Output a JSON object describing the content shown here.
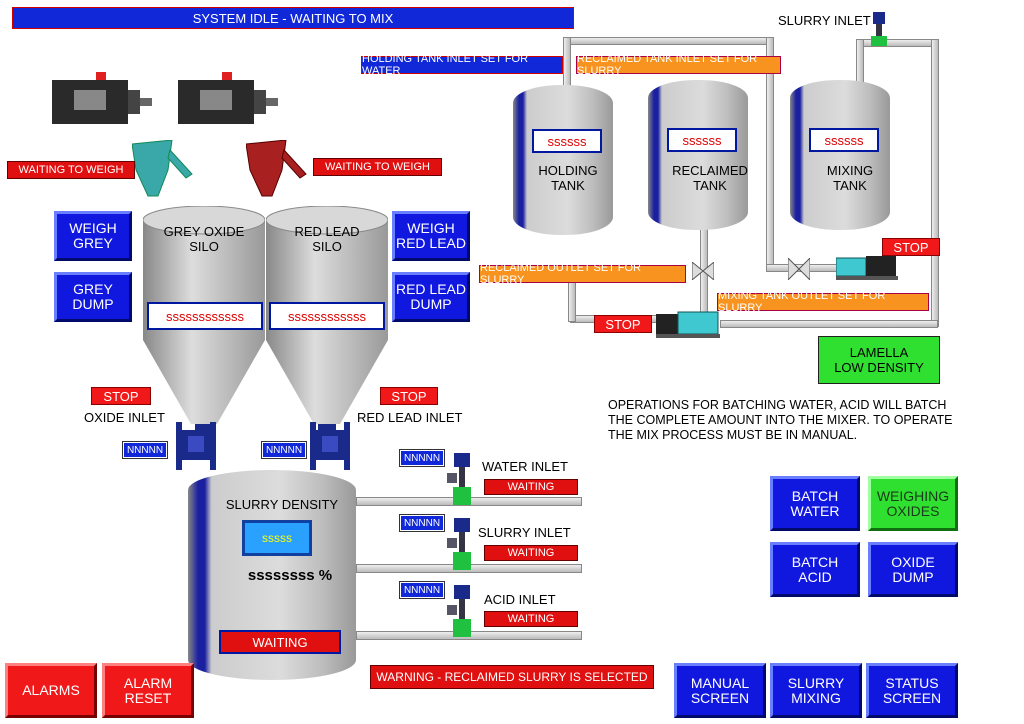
{
  "status_banner": "SYSTEM IDLE - WAITING TO MIX",
  "tank_labels": {
    "holding_inlet": "HOLDING TANK INLET SET FOR WATER",
    "reclaimed_inlet": "RECLAIMED TANK INLET SET FOR SLURRY",
    "reclaimed_outlet": "RECLAIMED OUTLET SET FOR SLURRY",
    "mixing_outlet": "MIXING TANK OUTLET SET FOR SLURRY"
  },
  "slurry_inlet_top": "SLURRY INLET",
  "tanks": {
    "holding": {
      "name": "HOLDING\nTANK",
      "value": "ssssss"
    },
    "reclaimed": {
      "name": "RECLAIMED\nTANK",
      "value": "ssssss"
    },
    "mixing": {
      "name": "MIXING\nTANK",
      "value": "ssssss"
    }
  },
  "silos": {
    "grey": {
      "name": "GREY OXIDE\nSILO",
      "value": "ssssssssssss",
      "status": "WAITING TO WEIGH",
      "inlet": "OXIDE INLET",
      "nn": "NNNNN",
      "stop": "STOP"
    },
    "red": {
      "name": "RED LEAD\nSILO",
      "value": "ssssssssssss",
      "status": "WAITING TO WEIGH",
      "inlet": "RED LEAD INLET",
      "nn": "NNNNN",
      "stop": "STOP"
    }
  },
  "buttons": {
    "weigh_grey": "WEIGH\nGREY",
    "grey_dump": "GREY\nDUMP",
    "weigh_red": "WEIGH\nRED LEAD",
    "red_dump": "RED LEAD\nDUMP",
    "batch_water": "BATCH\nWATER",
    "weighing_oxides": "WEIGHING\nOXIDES",
    "batch_acid": "BATCH\nACID",
    "oxide_dump": "OXIDE\nDUMP",
    "manual_screen": "MANUAL\nSCREEN",
    "slurry_mixing": "SLURRY\nMIXING",
    "status_screen": "STATUS\nSCREEN",
    "alarms": "ALARMS",
    "alarm_reset": "ALARM\nRESET"
  },
  "pumps": {
    "mixing_stop": "STOP",
    "reclaimed_stop": "STOP"
  },
  "lamella": "LAMELLA\nLOW DENSITY",
  "operations_note": "OPERATIONS FOR BATCHING WATER, ACID WILL BATCH\nTHE COMPLETE AMOUNT INTO THE MIXER. TO OPERATE\nTHE MIX PROCESS MUST BE IN MANUAL.",
  "mixer": {
    "title": "SLURRY DENSITY",
    "display": "sssss",
    "percent": "ssssssss %",
    "status": "WAITING"
  },
  "inlets": [
    {
      "name": "WATER INLET",
      "status": "WAITING",
      "nn": "NNNNN"
    },
    {
      "name": "SLURRY INLET",
      "status": "WAITING",
      "nn": "NNNNN"
    },
    {
      "name": "ACID INLET",
      "status": "WAITING",
      "nn": "NNNNN"
    }
  ],
  "warning": "WARNING - RECLAIMED SLURRY IS SELECTED",
  "colors": {
    "accent_blue": "#1018e0",
    "alarm_red": "#f01818",
    "ok_green": "#30e030",
    "note_orange": "#f7931e"
  }
}
